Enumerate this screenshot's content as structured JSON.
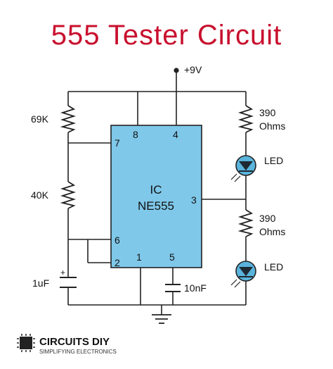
{
  "title": "555 Tester Circuit",
  "colors": {
    "title": "#c8102e",
    "ic_fill": "#7fc8ea",
    "wire": "#222222",
    "led_fill": "#5ab4dc"
  },
  "supply": {
    "label": "+9V"
  },
  "ic": {
    "line1": "IC",
    "line2": "NE555",
    "pins": {
      "p8": "8",
      "p4": "4",
      "p7": "7",
      "p3": "3",
      "p6": "6",
      "p2": "2",
      "p1": "1",
      "p5": "5"
    }
  },
  "components": {
    "r1": "69K",
    "r2": "40K",
    "c1": "1uF",
    "c1_polarity": "+",
    "c2": "10nF",
    "r3_value": "390",
    "r3_unit": "Ohms",
    "led1": "LED",
    "r4_value": "390",
    "r4_unit": "Ohms",
    "led2": "LED"
  },
  "brand": {
    "name": "CIRCUITS DIY",
    "tagline": "SIMPLIFYING ELECTRONICS",
    "icon": "chip-icon"
  }
}
